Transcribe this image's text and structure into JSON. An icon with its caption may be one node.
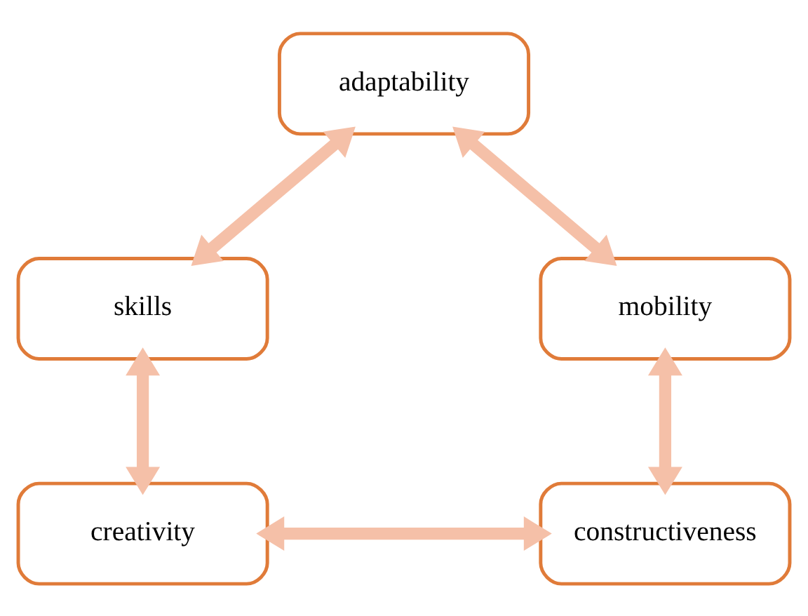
{
  "diagram": {
    "nodes": [
      {
        "text": [
          "adaptability"
        ]
      },
      {
        "text": [
          "skills"
        ]
      },
      {
        "text": [
          "mobility"
        ]
      },
      {
        "text": [
          "creativity"
        ]
      },
      {
        "text": [
          "constructiveness"
        ]
      }
    ],
    "edges": [
      {
        "from": 0,
        "to": 1,
        "arrow": "both"
      },
      {
        "from": 0,
        "to": 2,
        "arrow": "both"
      },
      {
        "from": 1,
        "to": 3,
        "arrow": "both"
      },
      {
        "from": 2,
        "to": 4,
        "arrow": "both"
      },
      {
        "from": 3,
        "to": 4,
        "arrow": "both"
      }
    ]
  }
}
